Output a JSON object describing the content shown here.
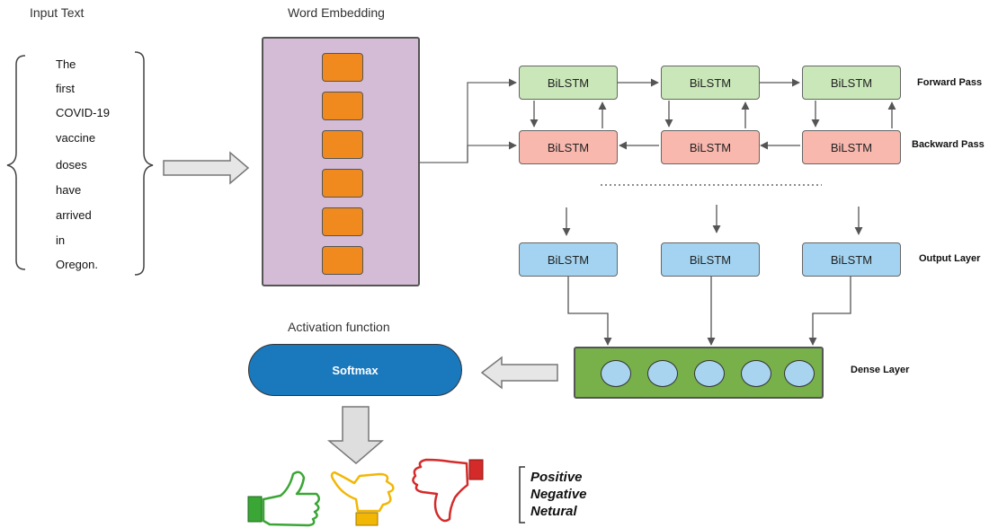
{
  "titles": {
    "input_text": "Input Text",
    "word_embedding": "Word Embedding",
    "activation_function": "Activation function"
  },
  "input_words": [
    "The",
    "first",
    "COVID-19",
    "vaccine",
    "doses",
    "have",
    "arrived",
    "in",
    "Oregon."
  ],
  "bilstm": {
    "label": "BiLSTM",
    "forward_label": "Forward Pass",
    "backward_label": "Backward Pass",
    "output_label": "Output Layer"
  },
  "dense_label": "Dense Layer",
  "softmax_label": "Softmax",
  "classes": [
    "Positive",
    "Negative",
    "Netural"
  ],
  "colors": {
    "embedding_panel": "#d4bcd6",
    "embedding_cell": "#f08a1e",
    "forward": "#c9e7b8",
    "backward": "#f8b8ae",
    "output": "#a3d3f0",
    "dense": "#78b04a",
    "softmax": "#1a78bd",
    "thumb_positive": "#3aa635",
    "thumb_neutral": "#f2b705",
    "thumb_negative": "#d42a2a"
  },
  "icons": [
    "brace-left-icon",
    "brace-right-icon",
    "block-arrow-right-icon",
    "block-arrow-left-icon",
    "block-arrow-down-icon",
    "thumbs-up-icon",
    "thumb-sideways-icon",
    "thumbs-down-icon"
  ]
}
